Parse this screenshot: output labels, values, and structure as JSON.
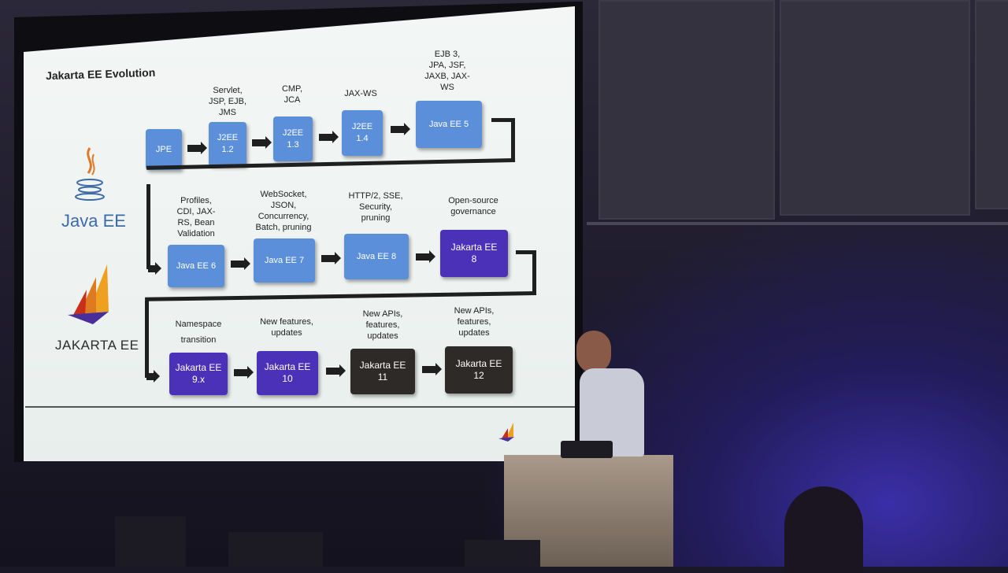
{
  "slide": {
    "title": "Jakarta EE Evolution",
    "java_logo_text": "Java EE",
    "jakarta_logo_text": "JAKARTA EE",
    "row1": {
      "boxes": [
        "JPE",
        "J2EE\n1.2",
        "J2EE\n1.3",
        "J2EE\n1.4",
        "Java EE 5"
      ],
      "labels": [
        "Servlet,\nJSP, EJB,\nJMS",
        "CMP,\nJCA",
        "JAX-WS",
        "EJB 3,\nJPA, JSF,\nJAXB, JAX-\nWS"
      ]
    },
    "row2": {
      "boxes": [
        "Java EE 6",
        "Java EE 7",
        "Java EE 8",
        "Jakarta EE\n8"
      ],
      "labels": [
        "Profiles,\nCDI, JAX-\nRS, Bean\nValidation",
        "WebSocket,\nJSON,\nConcurrency,\nBatch, pruning",
        "HTTP/2, SSE,\nSecurity,\npruning",
        "Open-source\ngovernance"
      ]
    },
    "row3": {
      "boxes": [
        "Jakarta EE\n9.x",
        "Jakarta EE\n10",
        "Jakarta EE\n11",
        "Jakarta EE\n12"
      ],
      "labels": [
        "Namespace\ntransition",
        "New features,\nupdates",
        "New APIs,\nfeatures,\nupdates",
        "New APIs,\nfeatures,\nupdates"
      ]
    },
    "colors": {
      "blue": "#5b8fd9",
      "purple": "#4b30b8",
      "dark": "#2e2a28"
    }
  }
}
